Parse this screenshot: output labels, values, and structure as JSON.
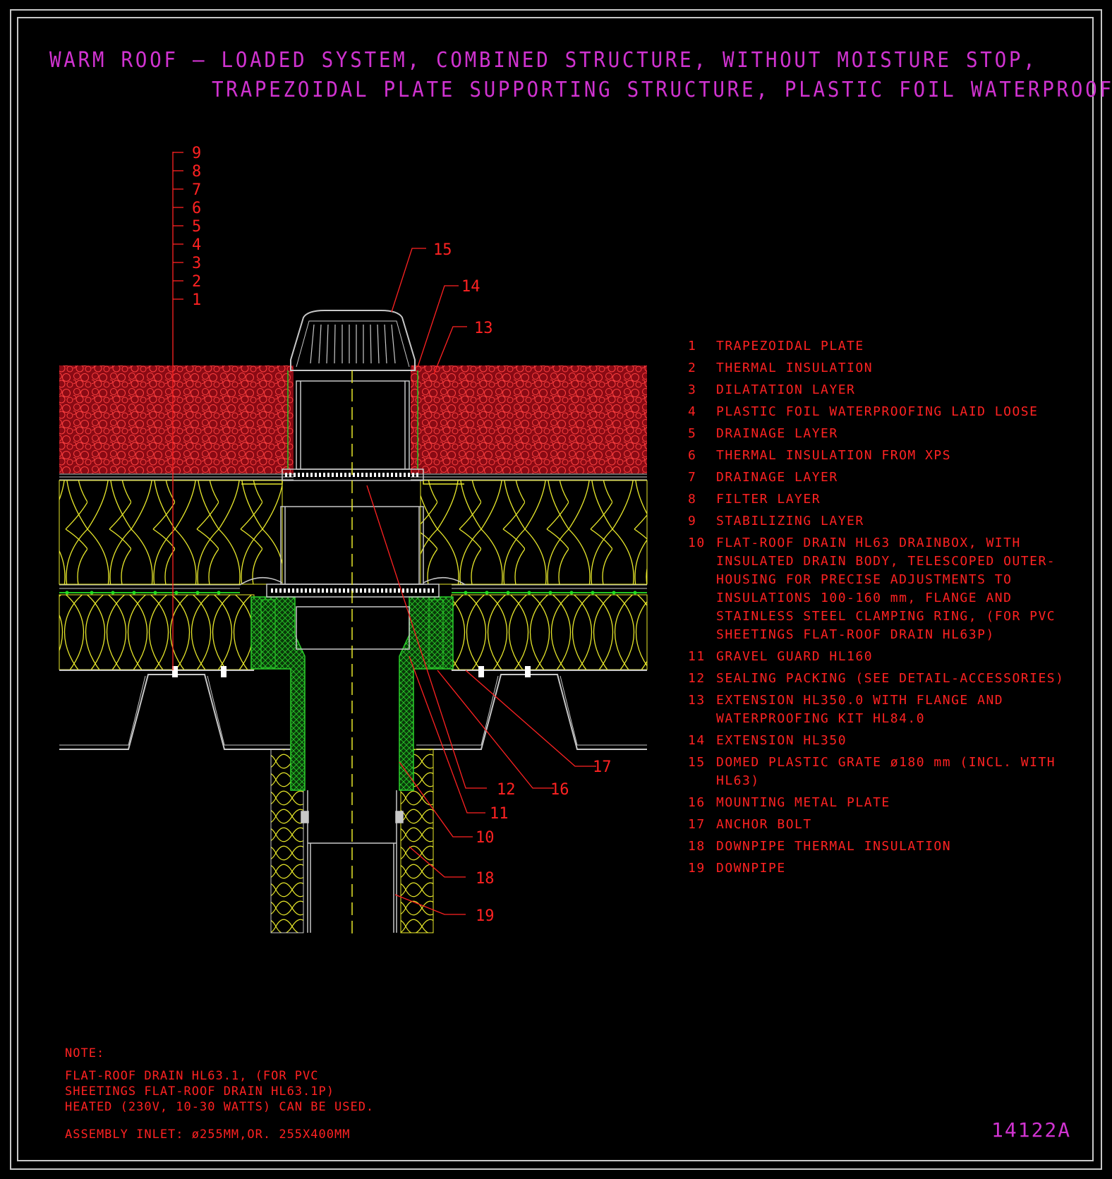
{
  "title": {
    "line1": "WARM ROOF – LOADED SYSTEM, COMBINED STRUCTURE, WITHOUT MOISTURE STOP,",
    "line2": "TRAPEZOIDAL PLATE SUPPORTING STRUCTURE, PLASTIC FOIL WATERPROOFING"
  },
  "layer_stack_labels": [
    "9",
    "8",
    "7",
    "6",
    "5",
    "4",
    "3",
    "2",
    "1"
  ],
  "callouts": [
    "15",
    "14",
    "13",
    "12",
    "16",
    "17",
    "11",
    "10",
    "18",
    "19"
  ],
  "legend": [
    {
      "num": "1",
      "text": "TRAPEZOIDAL PLATE"
    },
    {
      "num": "2",
      "text": "THERMAL INSULATION"
    },
    {
      "num": "3",
      "text": "DILATATION LAYER"
    },
    {
      "num": "4",
      "text": "PLASTIC FOIL WATERPROOFING LAID LOOSE"
    },
    {
      "num": "5",
      "text": "DRAINAGE LAYER"
    },
    {
      "num": "6",
      "text": "THERMAL INSULATION FROM XPS"
    },
    {
      "num": "7",
      "text": "DRAINAGE LAYER"
    },
    {
      "num": "8",
      "text": "FILTER LAYER"
    },
    {
      "num": "9",
      "text": "STABILIZING LAYER"
    },
    {
      "num": "10",
      "text": "FLAT-ROOF DRAIN HL63 DRAINBOX, WITH INSULATED DRAIN BODY, TELESCOPED OUTER-HOUSING FOR PRECISE ADJUSTMENTS TO INSULATIONS 100-160 mm, FLANGE AND STAINLESS STEEL CLAMPING RING, (FOR PVC SHEETINGS FLAT-ROOF DRAIN HL63P)"
    },
    {
      "num": "11",
      "text": "GRAVEL GUARD HL160"
    },
    {
      "num": "12",
      "text": "SEALING PACKING (SEE DETAIL-ACCESSORIES)"
    },
    {
      "num": "13",
      "text": "EXTENSION HL350.0 WITH FLANGE AND WATERPROOFING KIT HL84.0"
    },
    {
      "num": "14",
      "text": "EXTENSION HL350"
    },
    {
      "num": "15",
      "text": "DOMED PLASTIC GRATE ø180 mm (INCL. WITH HL63)"
    },
    {
      "num": "16",
      "text": "MOUNTING METAL PLATE"
    },
    {
      "num": "17",
      "text": "ANCHOR BOLT"
    },
    {
      "num": "18",
      "text": "DOWNPIPE THERMAL INSULATION"
    },
    {
      "num": "19",
      "text": "DOWNPIPE"
    }
  ],
  "note": {
    "heading": "NOTE:",
    "line1": "FLAT-ROOF DRAIN HL63.1, (FOR PVC",
    "line2": "SHEETINGS FLAT-ROOF DRAIN HL63.1P)",
    "line3": "HEATED (230V, 10-30 WATTS) CAN BE USED.",
    "line4": "ASSEMBLY INLET: ø255MM,OR. 255X400MM"
  },
  "drawing_id": "14122A",
  "colors": {
    "background": "#000000",
    "title": "#d033d0",
    "annotation": "#ff2222",
    "insulation": "#e8e82a",
    "gravel": "#8a0a14",
    "seal": "#22c822",
    "frame": "#c8c8c8"
  }
}
